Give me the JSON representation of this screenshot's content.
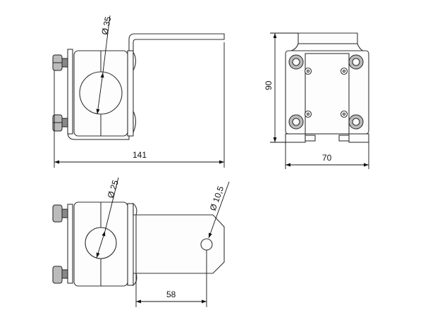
{
  "drawing": {
    "side_view": {
      "diameter_label": "Ø 35",
      "width_label": "141"
    },
    "front_view": {
      "height_label": "90",
      "width_label": "70"
    },
    "top_view": {
      "diameter_label": "Ø 25",
      "hole_label": "Ø 10,5",
      "offset_label": "58"
    }
  },
  "colors": {
    "line": "#222222",
    "nut_fill": "#bbbbbb",
    "background": "#ffffff"
  }
}
